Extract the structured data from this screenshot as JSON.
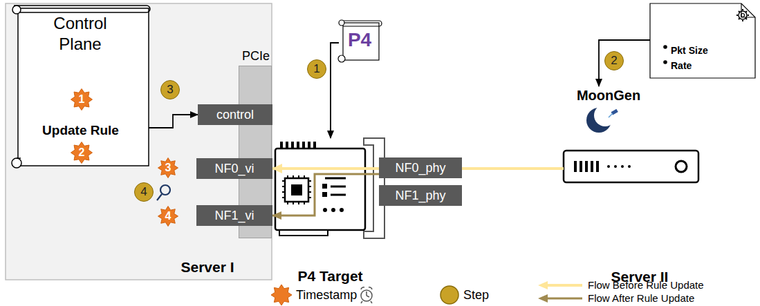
{
  "diagram": {
    "nodes": [
      {
        "text": [
          "Server I"
        ]
      },
      {
        "text": [
          "Control Plane",
          "Update Rule"
        ],
        "in": 0
      },
      {
        "text": [
          "1"
        ],
        "in": 1
      },
      {
        "text": [
          "2"
        ],
        "in": 1
      },
      {
        "text": [
          "PCIe"
        ],
        "in": 0
      },
      {
        "text": [
          "control"
        ],
        "in": 4
      },
      {
        "text": [
          "NF0_vi"
        ],
        "in": 4
      },
      {
        "text": [
          "NF1_vi"
        ],
        "in": 4
      },
      {
        "text": [
          "3"
        ],
        "in": 0
      },
      {
        "text": [
          "4"
        ],
        "in": 0
      },
      {
        "text": [
          "3"
        ],
        "in": 0
      },
      {
        "text": [
          "4"
        ],
        "in": 0
      },
      {
        "text": [
          "1"
        ]
      },
      {
        "text": [
          "P4"
        ]
      },
      {
        "text": [
          "P4 Target"
        ]
      },
      {
        "text": [
          "NF0_phy"
        ],
        "in": 14
      },
      {
        "text": [
          "NF1_phy"
        ],
        "in": 14
      },
      {
        "text": [
          "2"
        ]
      },
      {
        "text": [
          "Pkt Size",
          "Rate"
        ]
      },
      {
        "text": [
          "MoonGen",
          "Server II"
        ]
      }
    ],
    "edges": [
      {
        "from": 1,
        "to": 5,
        "arrow": "to"
      },
      {
        "from": 19,
        "to": 6,
        "arrow": "to"
      },
      {
        "from": 15,
        "to": 7,
        "arrow": "to"
      },
      {
        "from": 13,
        "to": 14,
        "arrow": "to"
      },
      {
        "from": 18,
        "to": 19,
        "arrow": "to"
      }
    ],
    "legend": [
      {
        "text": "Timestamp"
      },
      {
        "text": "Step"
      },
      {
        "text": "Flow Before Rule Update"
      },
      {
        "text": "Flow After Rule Update"
      }
    ]
  }
}
